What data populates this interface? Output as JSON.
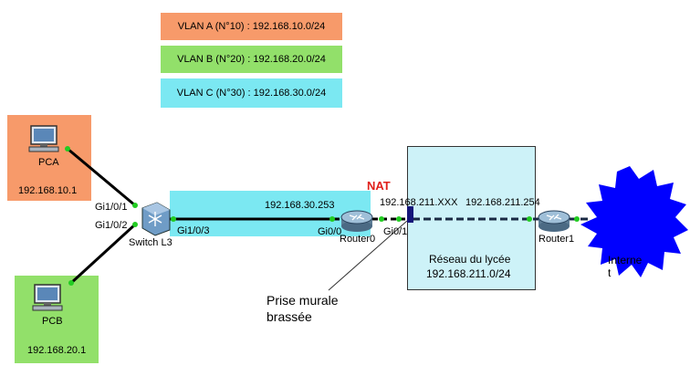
{
  "vlans": [
    {
      "label": "VLAN A (N°10) : 192.168.10.0/24",
      "color": "#f79a6a"
    },
    {
      "label": "VLAN B (N°20) : 192.168.20.0/24",
      "color": "#92e06a"
    },
    {
      "label": "VLAN C (N°30) : 192.168.30.0/24",
      "color": "#7be8f2"
    }
  ],
  "pca": {
    "name": "PCA",
    "ip": "192.168.10.1",
    "color": "#f79a6a"
  },
  "pcb": {
    "name": "PCB",
    "ip": "192.168.20.1",
    "color": "#92e06a"
  },
  "switch": {
    "name": "Switch L3",
    "port1": "Gi1/0/1",
    "port2": "Gi1/0/2",
    "port3": "Gi1/0/3"
  },
  "vlanc_link": {
    "ip": "192.168.30.253",
    "color": "#7be8f2"
  },
  "router0": {
    "name": "Router0",
    "port_in": "Gi0/0",
    "port_out": "Gi0/1"
  },
  "nat": {
    "label": "NAT",
    "color": "#e0201b"
  },
  "lycee": {
    "ip_left": "192.168.211.XXX",
    "ip_right": "192.168.211.254",
    "name": "Réseau du lycée",
    "subnet": "192.168.211.0/24",
    "color": "#cdf2f8"
  },
  "router1": {
    "name": "Router1"
  },
  "internet": {
    "label_line1": "Interne",
    "label_line2": "t",
    "color": "#0000ff"
  },
  "prise": {
    "line1": "Prise murale",
    "line2": "brassée"
  }
}
